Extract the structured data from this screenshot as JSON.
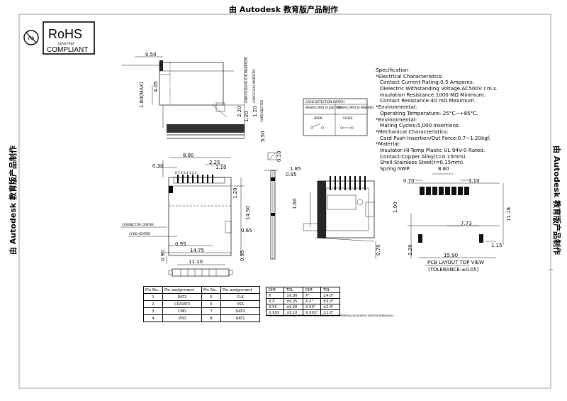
{
  "watermark": "由 Autodesk 教育版产品制作",
  "rohs": {
    "title": "RoHS",
    "sub": "LEAD FREE",
    "compliant": "COMPLIANT",
    "pb": "Pb"
  },
  "side_labels": {
    "push_in": "CARD PUSH-IN FOR INSERTION",
    "fully_inserted": "CARD FULLY INSERTED",
    "ejected": "CARD EJECTED",
    "connector_center": "CONNECTOR CENTER",
    "card_center": "CARD CENTER",
    "pcb_top_view": "PCB LAYOUT TOP VIEW",
    "tolerance": "(TOLERANCE:±0.05)"
  },
  "dims": {
    "d050": "0.50",
    "d405": "4.05",
    "d180": "1.80(MAX)",
    "d220": "2.20",
    "d120a": "1.20",
    "d120b": "1.20",
    "d550": "5.50",
    "d880": "8.80",
    "d030": "0.30",
    "d225": "2.25",
    "d110": "1.10",
    "d1450": "14.50",
    "d065": "0.65",
    "d095a": "0.95",
    "d1475": "14.75",
    "d090": "0.90",
    "d095b": "0.95",
    "d1110": "11.10",
    "d010": "0.10",
    "d185": "1.85",
    "d095c": "0.95",
    "d160": "1.60",
    "d070a": "0.70",
    "pcb880": "8.80",
    "pcb070": "0.70",
    "pcb110": "1.10",
    "pcb190": "1.90",
    "pcb1118": "11.18",
    "pcb773": "7.73",
    "pcb220": "2.20",
    "pcb115": "1.15",
    "pcb1590": "15.90"
  },
  "pin_numbers": "8 7 6 5 4 3 2 1",
  "switch": {
    "title": "CARD DETECTION SWITCH",
    "col1": "WHEN CARD IS EJECTED",
    "col2": "WHEN CARD IS INSERED",
    "state1": "OPEN",
    "state2": "CLOSE"
  },
  "spec_lines": [
    "Specification",
    "*Electrical Characteristics:",
    "  Contact Current Rating:0.5 Amperes.",
    "  Dielectric Withstanding Voltage:AC500V r.m.s.",
    "  Insulation Resistance:1000 MΩ Minimum.",
    "  Contact Resistance:40 mΩ Maximum.",
    "*Environmental:",
    "  Operating Temperature:-25°C~+85°C.",
    "*Environmental:",
    "  Mating Cycles:5,000 Insertions.",
    "*Mechanical Characteristics:",
    "  Card Push Insertion/Out Force:0.7~1.20kgf.",
    "*Material:",
    "  Insulator:HI-Temp Plastic UL 94V-0 Rated.",
    "  Contact:Copper Alloy(t=0.15mm).",
    "  Shell:Stainless Steel(t=0.15mm).",
    "  Spring:SWP."
  ],
  "pin_table": {
    "headers": [
      "Pin No.",
      "Pin assignment",
      "Pin No.",
      "Pin assignment"
    ],
    "rows": [
      [
        "1",
        "DAT2",
        "5",
        "CLK"
      ],
      [
        "2",
        "CD/DAT3",
        "6",
        "VSS"
      ],
      [
        "3",
        "CMD",
        "7",
        "DAT0"
      ],
      [
        "4",
        "VDD",
        "8",
        "DAT1"
      ]
    ]
  },
  "tol_table": {
    "headers": [
      "DIM",
      "TOL",
      "DIM",
      "TOL"
    ],
    "rows": [
      [
        "X",
        "±0.30",
        "X°",
        "±4.0°"
      ],
      [
        "X.X",
        "±0.25",
        "X.X°",
        "±3.0°"
      ],
      [
        "X.XX",
        "±0.20",
        "X.XX°",
        "±2.0°"
      ],
      [
        "X.XXX",
        "±0.10",
        "X.XXX°",
        "±1.0°"
      ]
    ],
    "note": "THIS DRAWING CONTAINS PROPRIETARY DATA AND MAY NOT BE REPRODUCED WITHOUT WRITTEN PERMISSION"
  }
}
